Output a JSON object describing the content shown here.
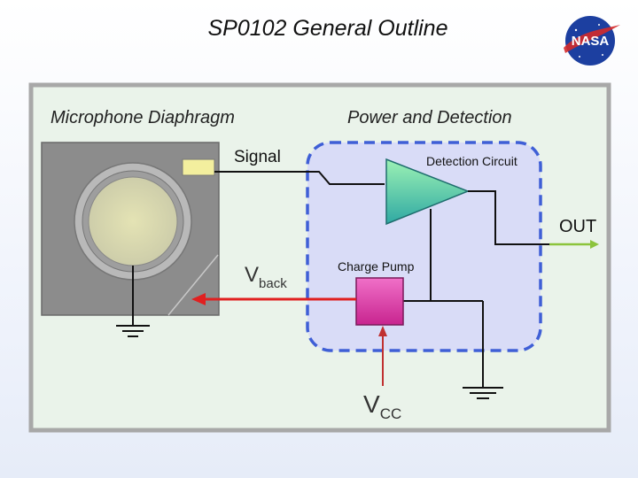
{
  "title": "SP0102 General Outline",
  "logo_text": "NASA",
  "labels": {
    "microphone_diaphragm": "Microphone Diaphragm",
    "power_detection": "Power and Detection",
    "signal": "Signal",
    "detection_circuit": "Detection Circuit",
    "out": "OUT",
    "vback_main": "V",
    "vback_sub": "back",
    "charge_pump": "Charge Pump",
    "vcc_main": "V",
    "vcc_sub": "CC"
  },
  "colors": {
    "panel_bg": "#eaf3ea",
    "panel_border": "#a8a8a8",
    "region_fill": "#d9dcf7",
    "region_border": "#3f5fd6",
    "amp_fill_top": "#9cf2b4",
    "amp_fill_bottom": "#2fa9a3",
    "charge_pump": "#d63da6",
    "vback_arrow": "#e02020",
    "vcc_arrow": "#c03030",
    "out_arrow": "#8cc43c",
    "mic_square": "#8c8c8c",
    "mic_plate": "#f3ef9e"
  }
}
